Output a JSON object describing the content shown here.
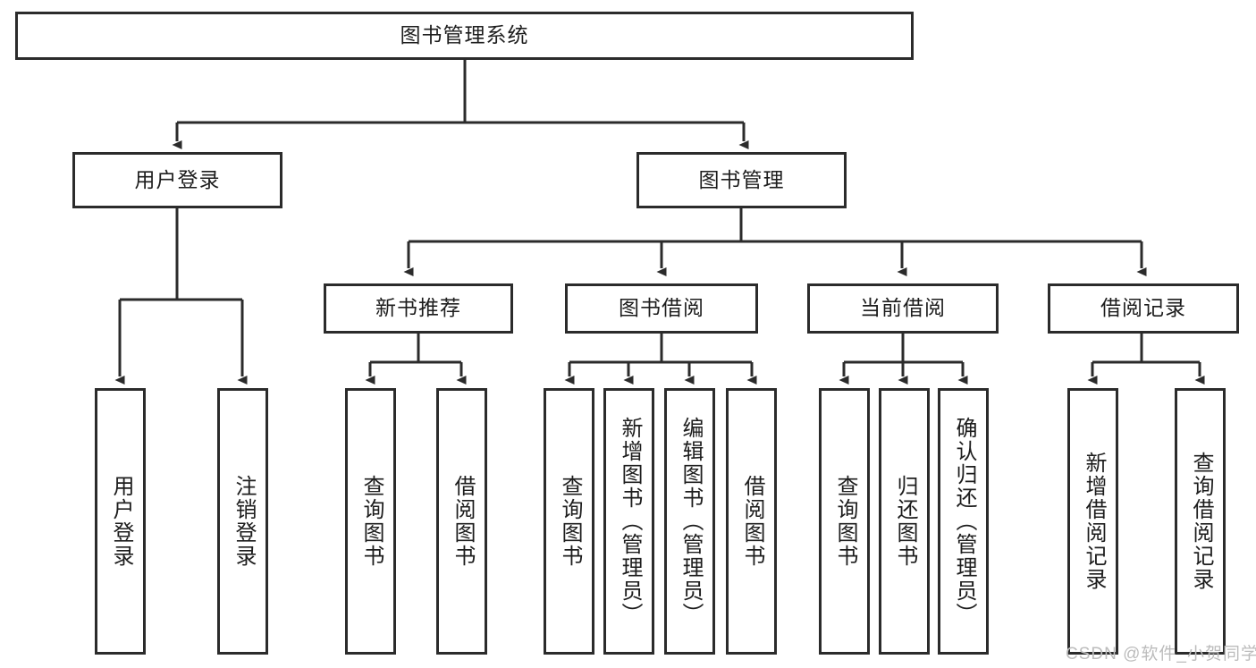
{
  "diagram": {
    "title": "图书管理系统",
    "type": "tree",
    "watermark": "CSDN @软件_小贺同学",
    "colors": {
      "stroke": "#2b2b2b",
      "fill": "#ffffff",
      "text": "#1d1d1d",
      "watermark": "#bcbcbc"
    },
    "root": {
      "label": "图书管理系统"
    },
    "level2": [
      {
        "label": "用户登录"
      },
      {
        "label": "图书管理"
      }
    ],
    "level3": [
      {
        "label": "新书推荐"
      },
      {
        "label": "图书借阅"
      },
      {
        "label": "当前借阅"
      },
      {
        "label": "借阅记录"
      }
    ],
    "leaves": {
      "user_login": [
        {
          "label": "用户登录"
        },
        {
          "label": "注销登录"
        }
      ],
      "new_book_recommend": [
        {
          "label": "查询图书"
        },
        {
          "label": "借阅图书"
        }
      ],
      "book_borrow": [
        {
          "label": "查询图书"
        },
        {
          "label": "新增图书（管理员）"
        },
        {
          "label": "编辑图书（管理员）"
        },
        {
          "label": "借阅图书"
        }
      ],
      "current_borrow": [
        {
          "label": "查询图书"
        },
        {
          "label": "归还图书"
        },
        {
          "label": "确认归还（管理员）"
        }
      ],
      "borrow_record": [
        {
          "label": "新增借阅记录"
        },
        {
          "label": "查询借阅记录"
        }
      ]
    }
  }
}
